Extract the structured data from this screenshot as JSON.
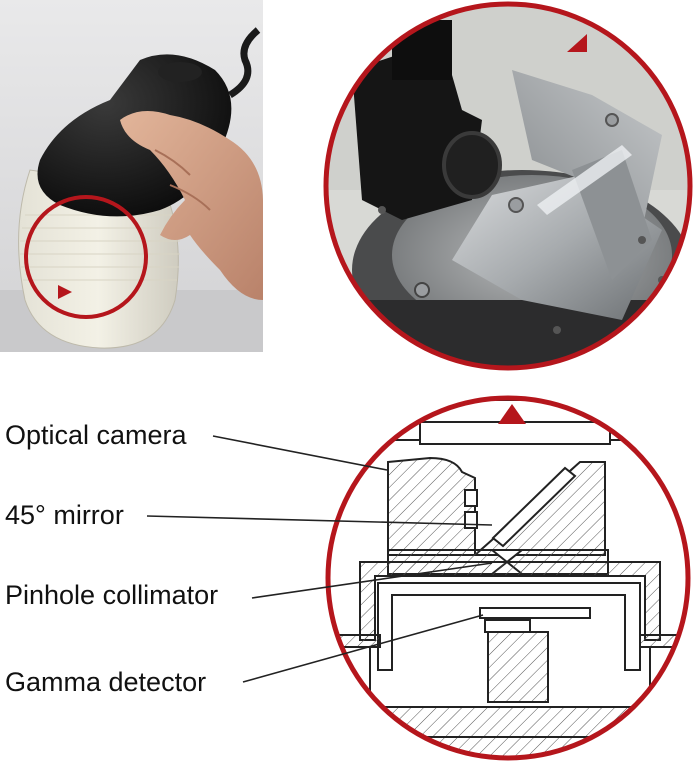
{
  "labels": {
    "optical_camera": "Optical camera",
    "mirror": "45° mirror",
    "pinhole_collimator": "Pinhole collimator",
    "gamma_detector": "Gamma detector"
  },
  "colors": {
    "accent_red": "#b5161c",
    "line": "#222222",
    "hatch": "#555555"
  }
}
